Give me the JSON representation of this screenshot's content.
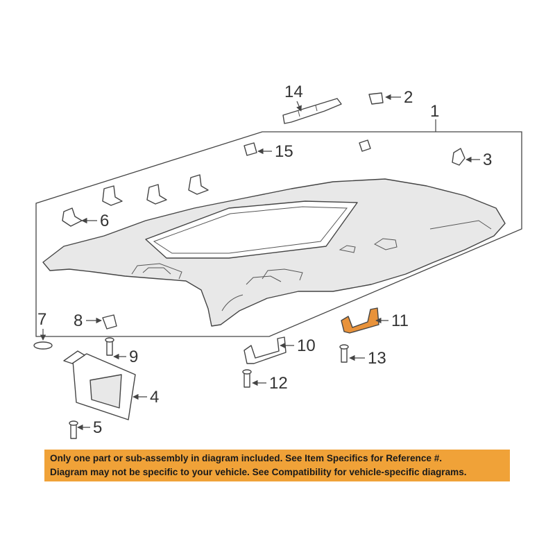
{
  "callouts": {
    "c1": "1",
    "c2": "2",
    "c3": "3",
    "c4": "4",
    "c5": "5",
    "c6": "6",
    "c7": "7",
    "c8": "8",
    "c9": "9",
    "c10": "10",
    "c11": "11",
    "c12": "12",
    "c13": "13",
    "c14": "14",
    "c15": "15"
  },
  "notice": {
    "line1": "Only one part or sub-assembly in diagram included. See Item Specifics for Reference #.",
    "line2": "Diagram may not be specific to your vehicle. See Compatibility for vehicle-specific diagrams."
  },
  "colors": {
    "banner": "#f0a238",
    "highlight_part": "#e8923a",
    "line": "#444444"
  }
}
